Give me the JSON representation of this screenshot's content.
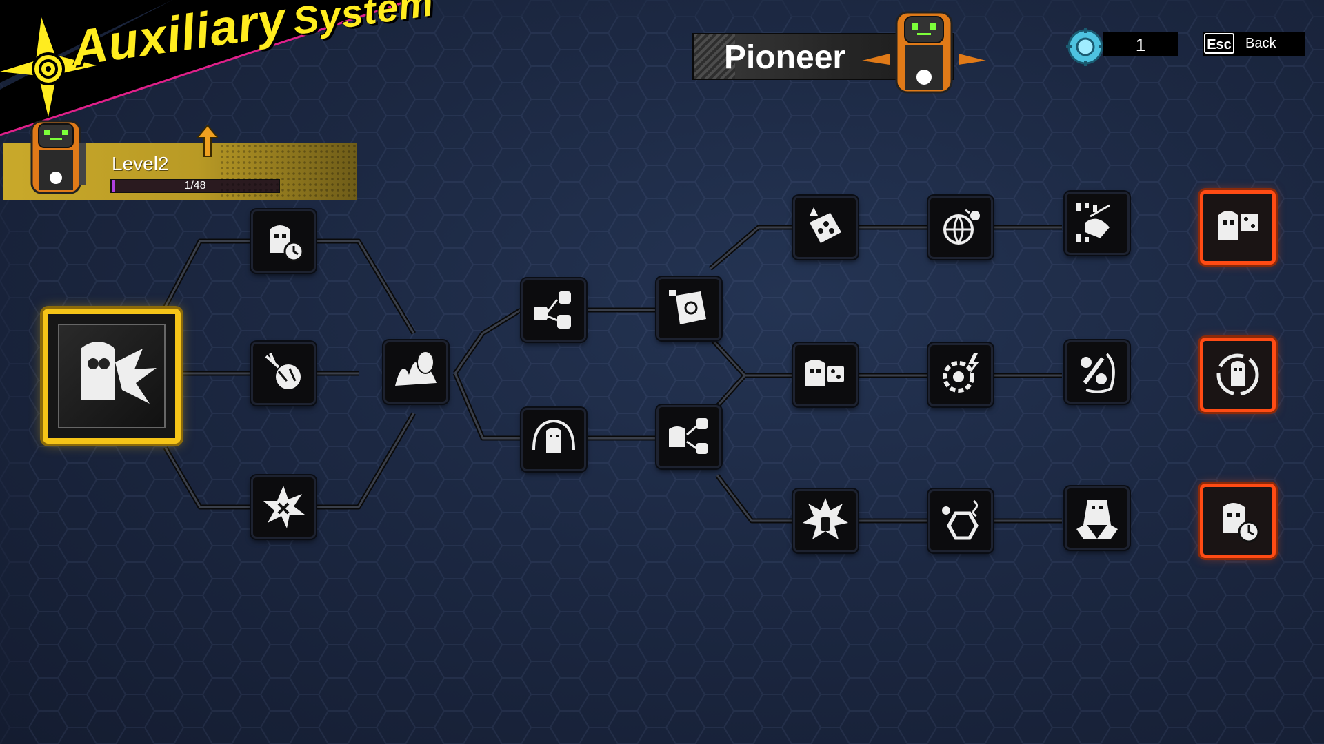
{
  "header": {
    "title_main": "Auxiliary",
    "title_sub": "System"
  },
  "level": {
    "label": "Level2",
    "progress_text": "1/48",
    "progress_fraction": 0.0208
  },
  "character": {
    "name": "Pioneer"
  },
  "currency": {
    "value": "1",
    "icon": "gear-crystal-icon"
  },
  "back": {
    "key": "Esc",
    "label": "Back"
  },
  "colors": {
    "accent_yellow": "#ffec1f",
    "gold_border": "#f5c418",
    "locked_orange": "#ff4b14",
    "progress_purple": "#b040e0"
  },
  "nodes": [
    {
      "id": "root",
      "icon": "bot-crash-icon",
      "state": "unlocked"
    },
    {
      "id": "n1a",
      "icon": "bot-timer-icon",
      "state": "available"
    },
    {
      "id": "n1b",
      "icon": "meteor-icon",
      "state": "available"
    },
    {
      "id": "n1c",
      "icon": "burst-icon",
      "state": "available"
    },
    {
      "id": "n2",
      "icon": "slash-icon",
      "state": "available"
    },
    {
      "id": "n3a",
      "icon": "bot-swap-icon",
      "state": "available"
    },
    {
      "id": "n3b",
      "icon": "bot-shield-icon",
      "state": "available"
    },
    {
      "id": "n4a",
      "icon": "cube-bot-icon",
      "state": "available"
    },
    {
      "id": "n4b",
      "icon": "bot-spread-icon",
      "state": "available"
    },
    {
      "id": "n5a",
      "icon": "dice-icon",
      "state": "available"
    },
    {
      "id": "n5b",
      "icon": "bot-dice-icon",
      "state": "available"
    },
    {
      "id": "n5c",
      "icon": "explosion-icon",
      "state": "available"
    },
    {
      "id": "n6a",
      "icon": "globe-icon",
      "state": "available"
    },
    {
      "id": "n6b",
      "icon": "gear-lightning-icon",
      "state": "available"
    },
    {
      "id": "n6c",
      "icon": "hexagon-icon",
      "state": "available"
    },
    {
      "id": "n7a",
      "icon": "circuit-icon",
      "state": "available"
    },
    {
      "id": "n7b",
      "icon": "percent-icon",
      "state": "available"
    },
    {
      "id": "n7c",
      "icon": "rocket-bot-icon",
      "state": "available"
    },
    {
      "id": "n8a",
      "icon": "bot-dice-icon",
      "state": "locked"
    },
    {
      "id": "n8b",
      "icon": "bot-rotate-icon",
      "state": "locked"
    },
    {
      "id": "n8c",
      "icon": "bot-timer-icon",
      "state": "locked"
    }
  ]
}
